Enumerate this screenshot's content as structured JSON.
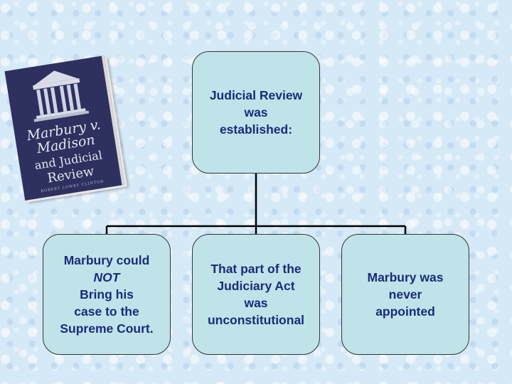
{
  "book": {
    "title_line1": "Marbury v.",
    "title_line2": "Madison",
    "title_line3": "and Judicial",
    "title_line4": "Review",
    "author": "ROBERT LOWRY CLINTON"
  },
  "diagram": {
    "root": {
      "lines": [
        "Judicial Review",
        "was",
        "established:"
      ]
    },
    "children": [
      {
        "lines": [
          "Marbury could",
          "NOT",
          "Bring his",
          "case to the",
          "Supreme Court."
        ]
      },
      {
        "lines": [
          "That part of the",
          "Judiciary Act",
          "was",
          "unconstitutional"
        ]
      },
      {
        "lines": [
          "Marbury was",
          "never",
          "appointed"
        ]
      }
    ]
  }
}
